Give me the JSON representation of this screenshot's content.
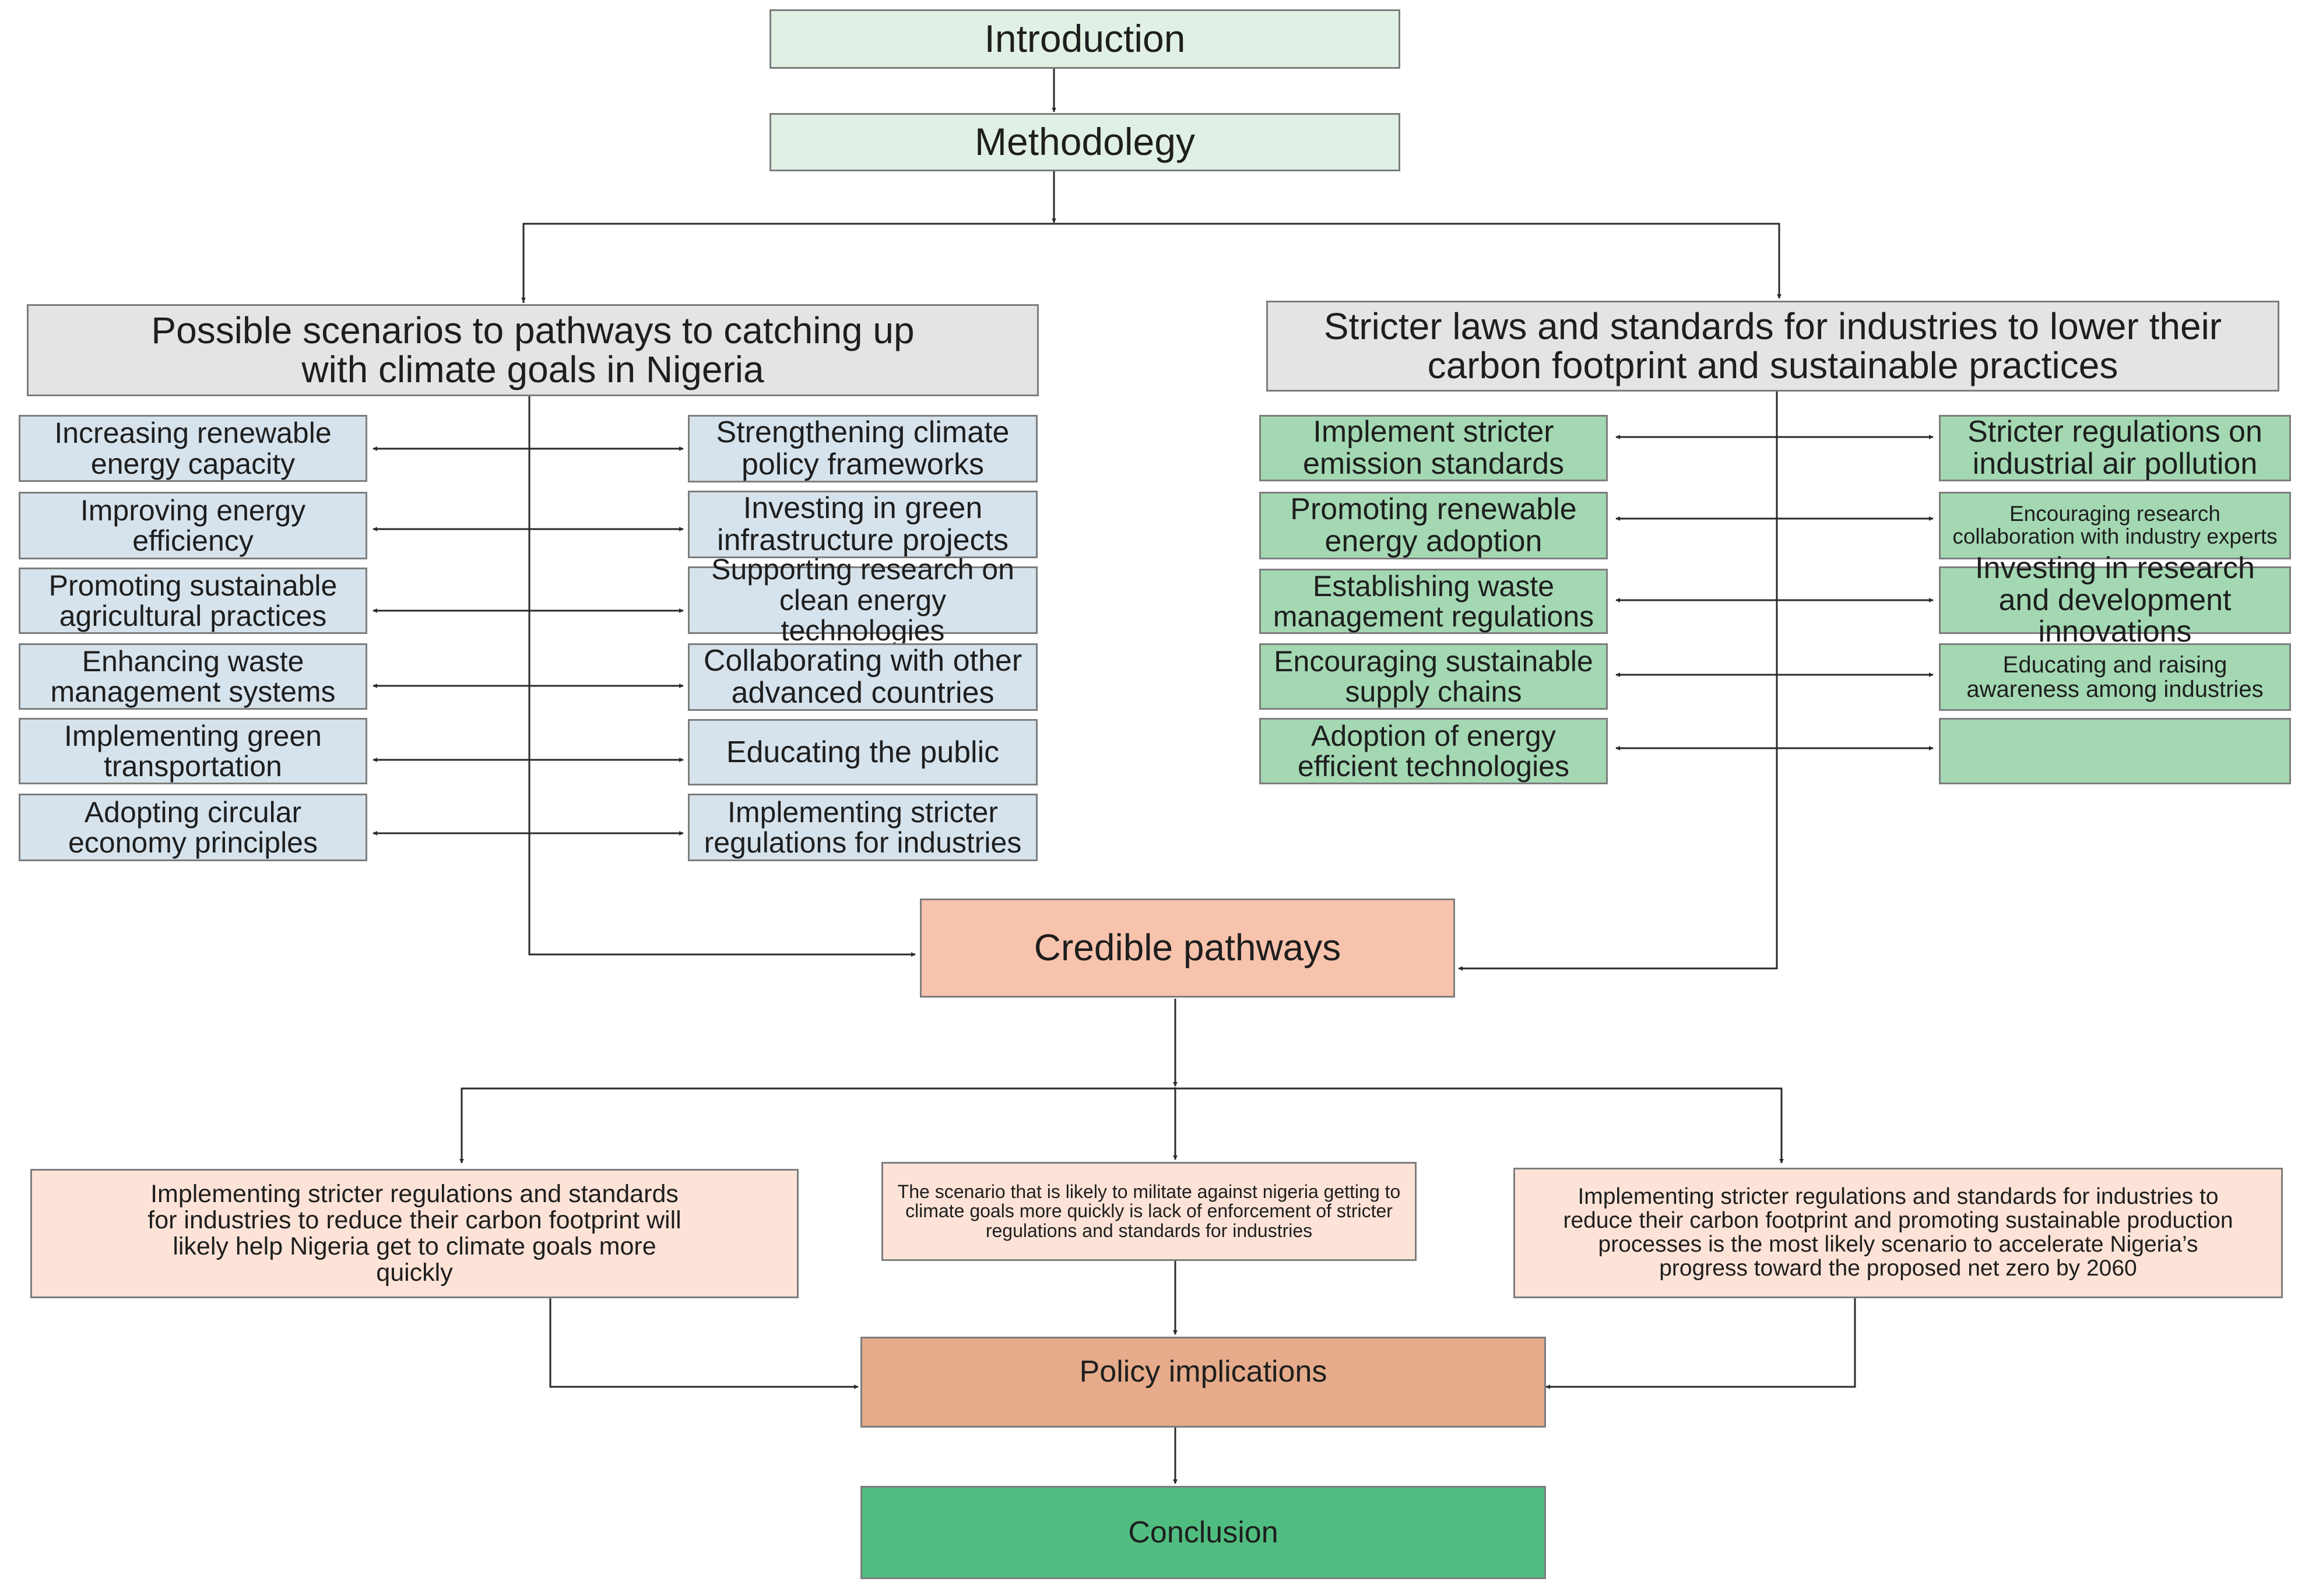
{
  "top": {
    "introduction": "Introduction",
    "methodology": "Methodoleg​y"
  },
  "left_header": "Possible scenarios to pathways to catching up with climate goals in Nigeria",
  "right_header": "Stricter laws and standards for industries to lower their carbon footprint and sustainable practices",
  "left_col_a": [
    "Increasing renewable energy capacity",
    "Improving energy efficiency",
    "Promoting sustainable agricultural practices",
    "Enhancing waste management systems",
    "Implementing green transportation",
    "Adopting circular economy principles"
  ],
  "left_col_b": [
    "Strengthening climate policy frameworks",
    "Investing in green infrastructure projects",
    "Supporting research on clean energy technologies",
    "Collaborating with other advanced countries",
    "Educating the public",
    "Implementing stricter regulations for industries"
  ],
  "right_col_a": [
    "Implement stricter emission standards",
    "Promoting renewable energy adoption",
    "Establishing waste management regulations",
    "Encouraging sustainable supply chains",
    "Adoption of energy efficient technologies"
  ],
  "right_col_b": [
    "Stricter regulations on industrial air pollution",
    "Encouraging research collaboration with industry experts",
    "Investing in research and development innovations",
    "Educating and raising awareness among industries",
    ""
  ],
  "credible": "Credible pathways",
  "outcomes": [
    "Implementing stricter regulations and standards for industries to reduce their carbon footprint will likely help Nigeria get to climate goals more quickly",
    "The scenario that is likely to militate against nigeria getting to climate goals more quickly is lack of enforcement of stricter regulations and standards for industries",
    "Implementing stricter regulations and standards for industries to reduce their carbon footprint and promoting sustainable production processes is the most likely scenario to accelerate Nigeria’s progress toward the proposed net zero by 2060"
  ],
  "policy": "Policy implications",
  "conclusion": "Conclusion",
  "colors": {
    "line": "#2a2a2a",
    "intro_fill": "#e1f0e4",
    "grey_fill": "#e4e4e6",
    "blue_fill": "#d6e3ec",
    "green_fill": "#a3d8b3",
    "credible_fill": "#f8c3ad",
    "outcome_fill": "#fde3d7",
    "policy_fill": "#e5ab8a",
    "conclusion_fill": "#50bd80"
  }
}
